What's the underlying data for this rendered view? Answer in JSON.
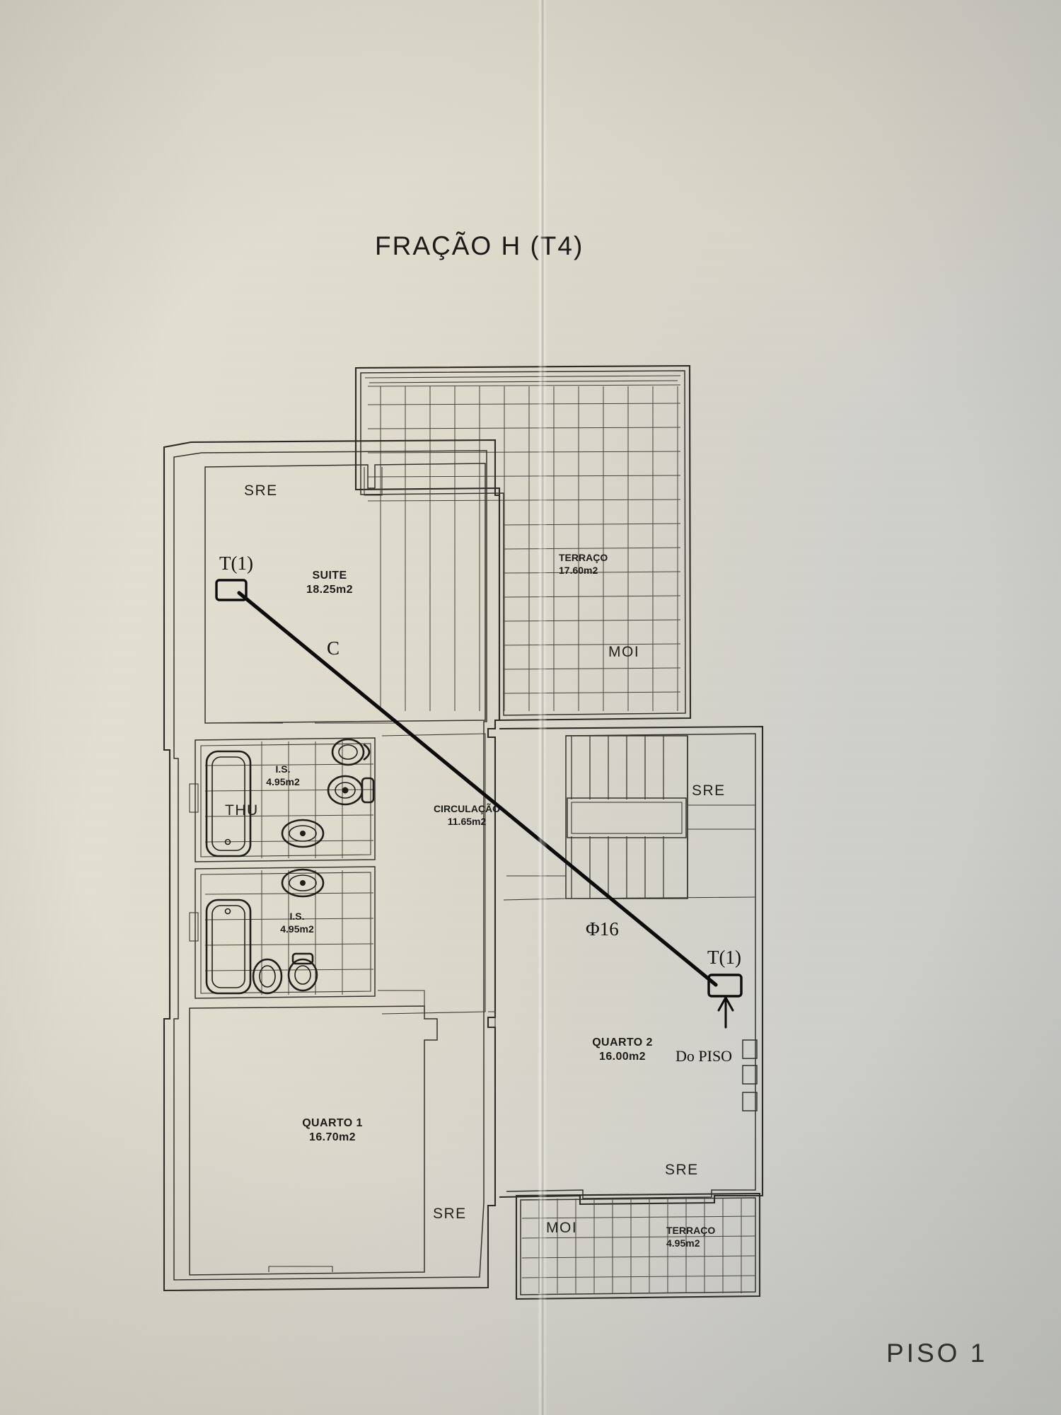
{
  "document": {
    "title": "FRAÇÃO H (T4)",
    "floor_label": "PISO  1",
    "drawing_type": "architectural-floor-plan",
    "ink_color": "#1c1b19",
    "paper_color": "#ded9cb"
  },
  "rooms": [
    {
      "id": "suite",
      "name": "SUITE",
      "area": "18.25m2"
    },
    {
      "id": "terraco_1",
      "name": "TERRAÇO",
      "area": "17.60m2"
    },
    {
      "id": "circulacao",
      "name": "CIRCULAÇÃO",
      "area": "11.65m2"
    },
    {
      "id": "is_1",
      "name": "I.S.",
      "area": "4.95m2"
    },
    {
      "id": "is_2",
      "name": "I.S.",
      "area": "4.95m2"
    },
    {
      "id": "quarto_1",
      "name": "QUARTO 1",
      "area": "16.70m2"
    },
    {
      "id": "quarto_2",
      "name": "QUARTO 2",
      "area": "16.00m2"
    },
    {
      "id": "terraco_2",
      "name": "TERRAÇO",
      "area": "4.95m2"
    }
  ],
  "wall_markers": {
    "sre": "SRE",
    "moi": "MOI",
    "thu": "THU"
  },
  "sre_labels": [
    {
      "id": "sre-suite",
      "text": "SRE"
    },
    {
      "id": "sre-stairs",
      "text": "SRE"
    },
    {
      "id": "sre-quarto1",
      "text": "SRE"
    },
    {
      "id": "sre-bottom",
      "text": "SRE"
    }
  ],
  "moi_labels": [
    {
      "id": "moi-terraco1",
      "text": "MOI"
    },
    {
      "id": "moi-terraco2",
      "text": "MOI"
    }
  ],
  "annotations": [
    {
      "id": "t1-left",
      "text": "T(1)",
      "kind": "handwritten"
    },
    {
      "id": "t1-right",
      "text": "T(1)",
      "kind": "handwritten"
    },
    {
      "id": "cable-c",
      "text": "C",
      "kind": "handwritten"
    },
    {
      "id": "phi-16",
      "text": "Φ16",
      "kind": "handwritten"
    },
    {
      "id": "do-piso",
      "text": "Do PISO",
      "kind": "handwritten"
    }
  ]
}
